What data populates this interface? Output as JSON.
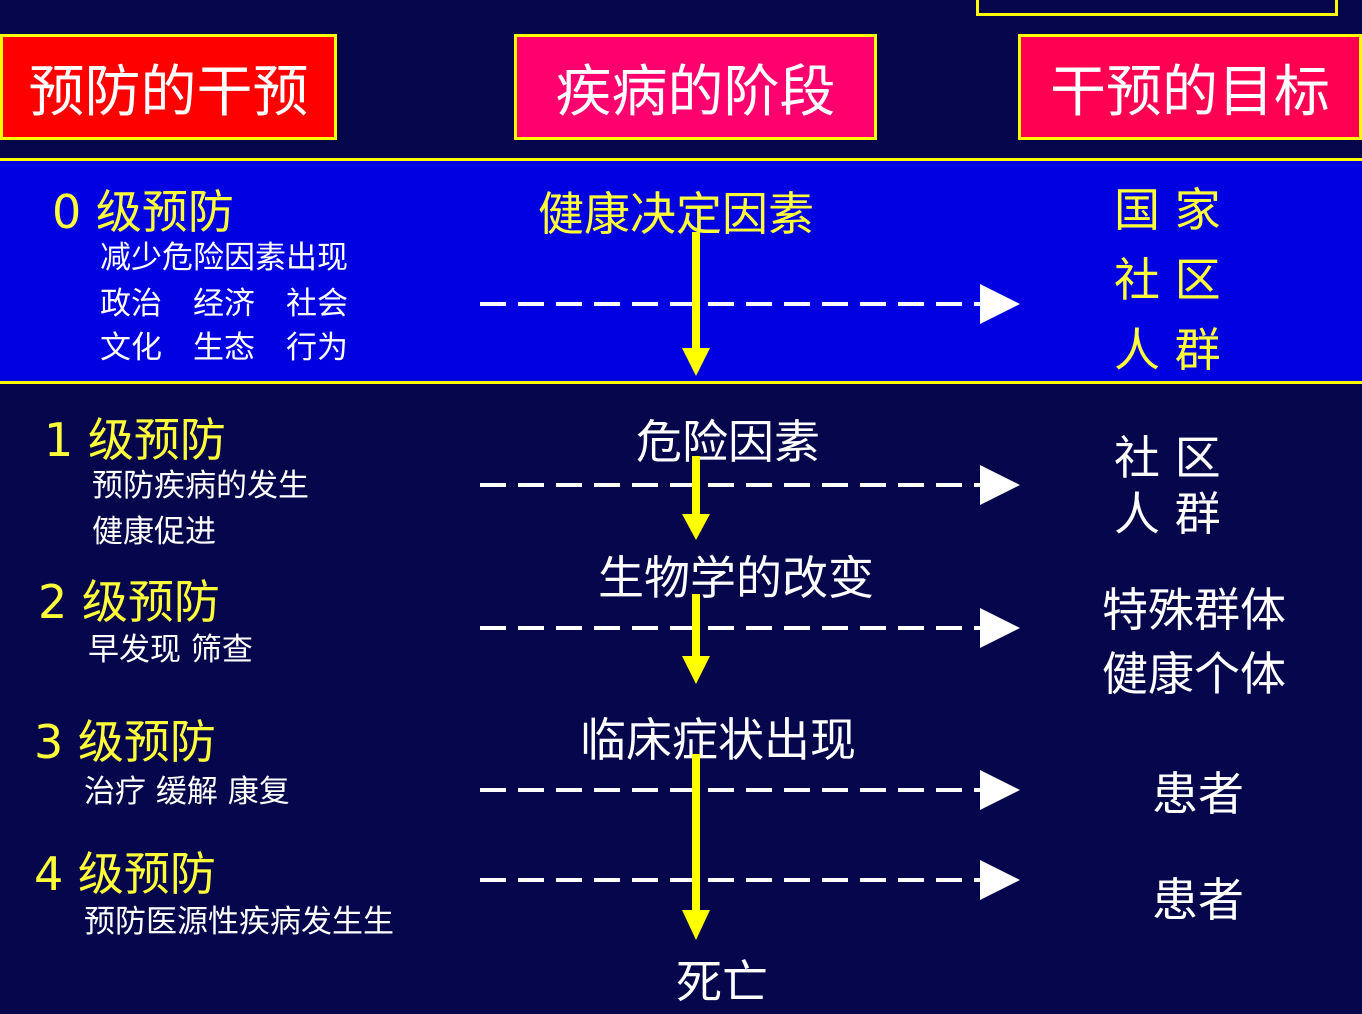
{
  "headers": {
    "intervention": "预防的干预",
    "stage": "疾病的阶段",
    "target": "干预的目标"
  },
  "levels": [
    {
      "label": "0 级预防",
      "desc": [
        "减少危险因素出现",
        "政治　经济　社会",
        "文化　生态　行为"
      ],
      "stage": "健康决定因素",
      "targets": [
        "国 家",
        "社 区",
        "人 群"
      ]
    },
    {
      "label": "1 级预防",
      "desc": [
        "预防疾病的发生",
        "健康促进"
      ],
      "stage": "危险因素",
      "targets": [
        "社 区",
        "人 群"
      ]
    },
    {
      "label": "2 级预防",
      "desc": [
        "早发现 筛查"
      ],
      "stage": "生物学的改变",
      "targets": [
        "特殊群体",
        "健康个体"
      ]
    },
    {
      "label": "3 级预防",
      "desc": [
        "治疗 缓解 康复"
      ],
      "stage": "临床症状出现",
      "targets": [
        "患者"
      ]
    },
    {
      "label": "4 级预防",
      "desc": [
        "预防医源性疾病发生生"
      ],
      "stage": "",
      "targets": [
        "患者"
      ]
    }
  ],
  "final_stage": "死亡",
  "colors": {
    "background": "#06064d",
    "band": "#0000e0",
    "header_left": "#ff0000",
    "header_mid": "#ff006e",
    "header_right": "#ff0052",
    "accent": "#ffff3a",
    "text": "#ffffff"
  }
}
